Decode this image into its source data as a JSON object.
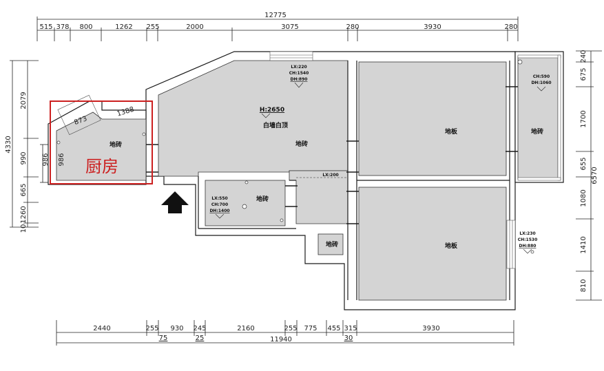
{
  "dimensions": {
    "top_total": "12775",
    "top_segments": [
      "515",
      "378",
      "800",
      "1262",
      "255",
      "2000",
      "3075",
      "280",
      "3930",
      "280"
    ],
    "bottom_segments": [
      "2440",
      "255",
      "930",
      "245",
      "2160",
      "255",
      "775",
      "455",
      "315",
      "3930"
    ],
    "bottom_sub": [
      "75",
      "25",
      "30"
    ],
    "bottom_total": "11940",
    "left_outer": "4330",
    "left_inner": [
      "2079",
      "990",
      "665",
      "1260",
      "10"
    ],
    "right_inner": [
      "240",
      "675",
      "1700",
      "655",
      "1080",
      "1410",
      "810"
    ],
    "right_outer": "6570",
    "kitchen_dims": [
      "873",
      "1388",
      "986",
      "986"
    ]
  },
  "rooms": {
    "kitchen_floor": "地砖",
    "kitchen_label": "厨房",
    "living_floor": "地砖",
    "living_height": "H:2650",
    "living_ceiling": "白墙白顶",
    "bath_floor": "地砖",
    "small_bath_floor": "地砖",
    "bedroom1_floor": "地板",
    "bedroom2_floor": "地板",
    "balcony_floor": "地砖",
    "passage_note": "LX:200"
  },
  "windows": {
    "top_lx": "LX:220",
    "top_ch": "CH:1540",
    "top_dh": "DH:890",
    "balcony_ch": "CH:590",
    "balcony_dh": "DH:1060",
    "right_lx": "LX:230",
    "right_ch": "CH:1530",
    "right_dh": "DH:880",
    "bath_lx": "LX:550",
    "bath_ch": "CH:700",
    "bath_dh": "DH:1400"
  },
  "colors": {
    "floor_fill": "#d4d4d4",
    "wall": "#1a1a1a",
    "highlight": "#cc1f1f"
  }
}
